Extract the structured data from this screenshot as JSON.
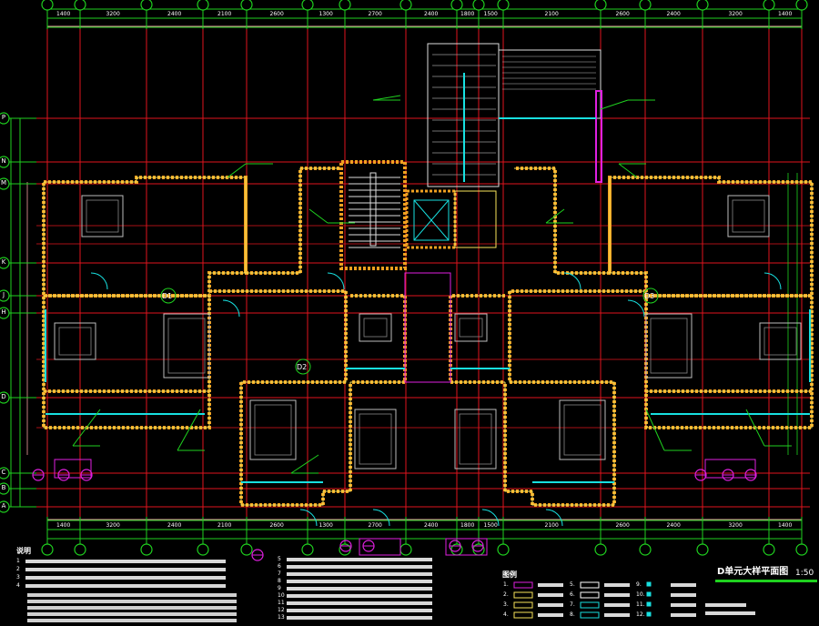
{
  "drawing": {
    "title": "D单元大样平面图",
    "scale": "1:50",
    "notes_heading": "说明",
    "legend_heading": "图例",
    "legend_numbers": [
      "1.",
      "2.",
      "3.",
      "4.",
      "5.",
      "6.",
      "7.",
      "8.",
      "9.",
      "10.",
      "11.",
      "12."
    ],
    "note_numbers": [
      "1",
      "2",
      "3",
      "4",
      "5",
      "6",
      "7",
      "8",
      "9",
      "10",
      "11",
      "12",
      "13"
    ]
  },
  "axes": {
    "horizontal": [
      "P",
      "N",
      "M",
      "K",
      "J",
      "H",
      "D",
      "C",
      "B",
      "A"
    ],
    "vertical_count": 16
  },
  "units": [
    "D1",
    "D2",
    "D3"
  ],
  "dimensions": {
    "top_row1": [
      "1400",
      "3200",
      "2400",
      "2100",
      "2600",
      "1300",
      "2700",
      "2400",
      "1800",
      "1500",
      "2100",
      "2600",
      "2400",
      "3200",
      "1400"
    ],
    "bottom_row1": [
      "1400",
      "3200",
      "2400",
      "2100",
      "2600",
      "1300",
      "2700",
      "2400",
      "1800",
      "1500",
      "2100",
      "2600",
      "2400",
      "3200",
      "1400"
    ]
  },
  "colors": {
    "background": "#000000",
    "axis": "#e0141e",
    "dimension": "#1fd11f",
    "wall": "#f0a020",
    "wall_fill": "#f7e35a",
    "window": "#18e0e0",
    "annotation": "#e020e0",
    "furniture": "#bdbdbd"
  }
}
